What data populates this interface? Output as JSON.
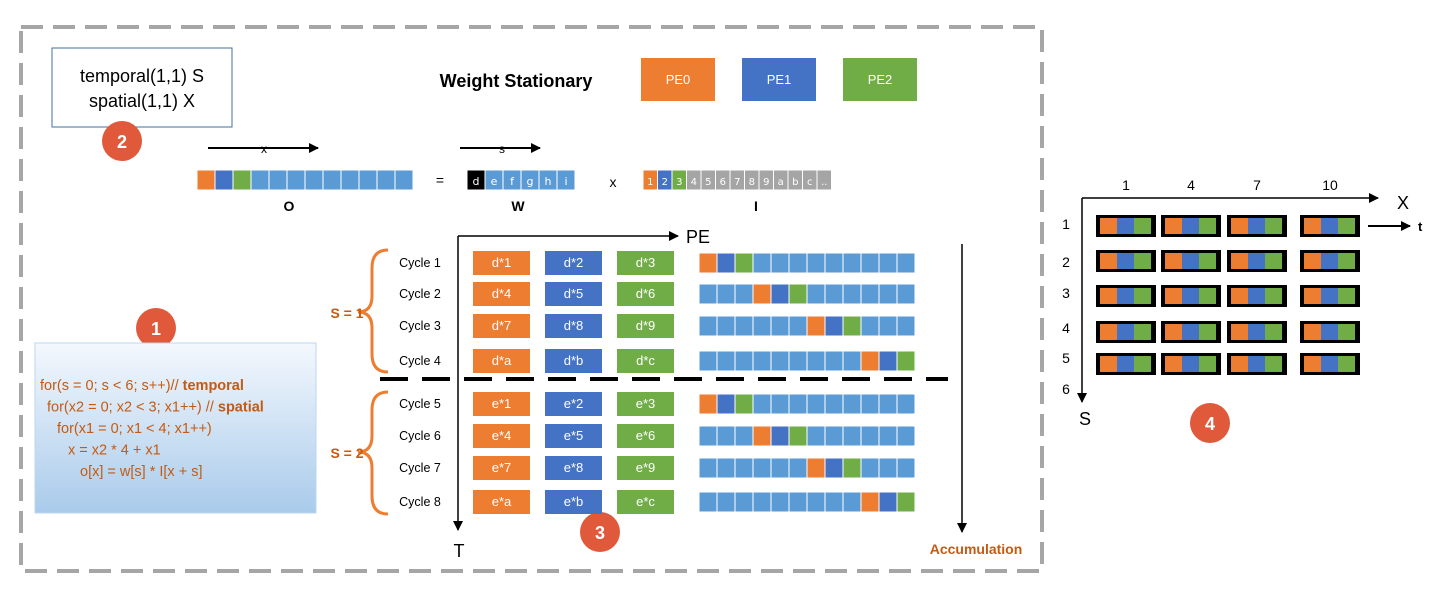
{
  "title": "Weight Stationary",
  "mapping": {
    "line1": "temporal(1,1) S",
    "line2": "spatial(1,1) X"
  },
  "badges": [
    "1",
    "2",
    "3",
    "4"
  ],
  "legend": [
    {
      "label": "PE0",
      "color": "#ED7D31"
    },
    {
      "label": "PE1",
      "color": "#4472C4"
    },
    {
      "label": "PE2",
      "color": "#70AD47"
    }
  ],
  "equation": {
    "x_label": "x",
    "s_label": "s",
    "equals": "=",
    "times": "x",
    "o_label": "O",
    "w_label": "W",
    "i_label": "I",
    "w_cells": [
      "d",
      "e",
      "f",
      "g",
      "h",
      "i"
    ],
    "i_cells": [
      "1",
      "2",
      "3",
      "4",
      "5",
      "6",
      "7",
      "8",
      "9",
      "a",
      "b",
      "c",
      ".."
    ]
  },
  "code": [
    {
      "text": "for(s = 0; s < 6; s++)// ",
      "bold": "temporal"
    },
    {
      "text": "for(x2 = 0; x2 < 3; x1++) // ",
      "bold": "spatial"
    },
    {
      "text": "for(x1 = 0; x1 < 4; x1++)",
      "bold": ""
    },
    {
      "text": "x = x2 * 4 + x1",
      "bold": ""
    },
    {
      "text": "o[x] = w[s] * I[x + s]",
      "bold": ""
    }
  ],
  "axes": {
    "pe": "PE",
    "t": "T",
    "accumulation": "Accumulation"
  },
  "groups": [
    "S = 1",
    "S = 2"
  ],
  "cycles": [
    {
      "label": "Cycle 1",
      "ops": [
        "d*1",
        "d*2",
        "d*3"
      ]
    },
    {
      "label": "Cycle 2",
      "ops": [
        "d*4",
        "d*5",
        "d*6"
      ]
    },
    {
      "label": "Cycle 3",
      "ops": [
        "d*7",
        "d*8",
        "d*9"
      ]
    },
    {
      "label": "Cycle 4",
      "ops": [
        "d*a",
        "d*b",
        "d*c"
      ]
    },
    {
      "label": "Cycle 5",
      "ops": [
        "e*1",
        "e*2",
        "e*3"
      ]
    },
    {
      "label": "Cycle 6",
      "ops": [
        "e*4",
        "e*5",
        "e*6"
      ]
    },
    {
      "label": "Cycle 7",
      "ops": [
        "e*7",
        "e*8",
        "e*9"
      ]
    },
    {
      "label": "Cycle 8",
      "ops": [
        "e*a",
        "e*b",
        "e*c"
      ]
    }
  ],
  "grid": {
    "x_labels": [
      "1",
      "4",
      "7",
      "10"
    ],
    "s_labels": [
      "1",
      "2",
      "3",
      "4",
      "5",
      "6"
    ],
    "x_axis": "X",
    "s_axis": "S",
    "t_axis": "t"
  },
  "colors": {
    "pe0": "#ED7D31",
    "pe1": "#4472C4",
    "pe2": "#70AD47",
    "cell": "#5B9BD5",
    "badge": "#E0593A",
    "code": "#C55A11",
    "grey": "#A5A5A5"
  }
}
